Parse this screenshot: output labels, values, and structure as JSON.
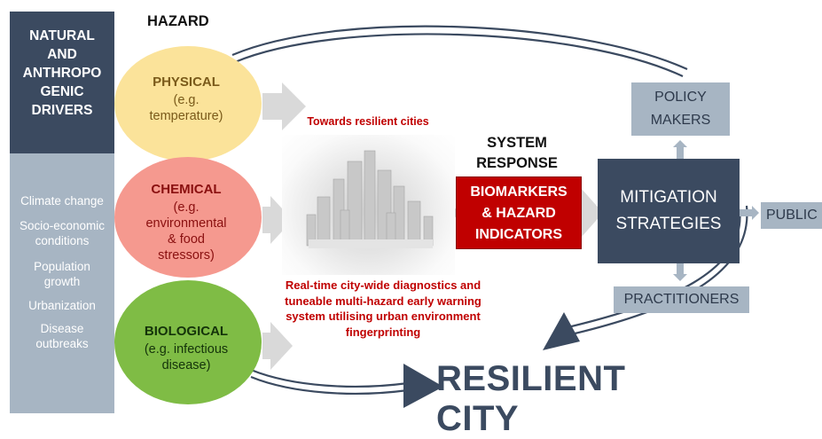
{
  "drivers": {
    "title": [
      "NATURAL",
      "AND",
      "ANTHROPO",
      "GENIC",
      "DRIVERS"
    ],
    "items": [
      "Climate change",
      "Socio-economic",
      "conditions",
      "Population",
      "growth",
      "Urbanization",
      "Disease",
      "outbreaks"
    ]
  },
  "hazard": {
    "title": "HAZARD",
    "physical": {
      "name": "PHYSICAL",
      "desc": [
        "(e.g.",
        "temperature)"
      ]
    },
    "chemical": {
      "name": "CHEMICAL",
      "desc": [
        "(e.g.",
        "environmental",
        "& food",
        "stressors)"
      ]
    },
    "biological": {
      "name": "BIOLOGICAL",
      "desc": [
        "(e.g. infectious",
        "disease)"
      ]
    }
  },
  "city": {
    "title": "Towards resilient cities",
    "realtime": [
      "Real-time city-wide diagnostics and",
      "tuneable multi-hazard early warning",
      "system utilising urban environment",
      "fingerprinting"
    ]
  },
  "system_response": [
    "SYSTEM",
    "RESPONSE"
  ],
  "biomarkers": [
    "BIOMARKERS",
    "& HAZARD",
    "INDICATORS"
  ],
  "mitigation": [
    "MITIGATION",
    "STRATEGIES"
  ],
  "policy_makers": [
    "POLICY",
    "MAKERS"
  ],
  "public": "PUBLIC",
  "practitioners": "PRACTITIONERS",
  "resilient_city": "RESILIENT CITY",
  "colors": {
    "dark_navy": "#3b4a60",
    "slate_grey": "#a7b5c3",
    "physical_yellow": "#fbe39a",
    "chemical_pink": "#f5998f",
    "biological_green": "#7fbc45",
    "accent_red": "#c00000",
    "arrow_grey": "#d9d9d9"
  }
}
